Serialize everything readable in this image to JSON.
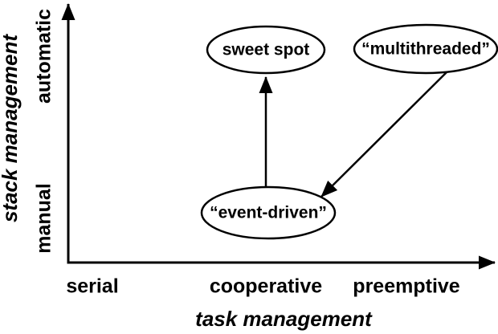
{
  "colors": {
    "ink": "#000000",
    "background": "#ffffff"
  },
  "figure": {
    "y_axis": {
      "title": "stack management",
      "ticks": [
        "automatic",
        "manual"
      ]
    },
    "x_axis": {
      "title": "task management",
      "ticks": [
        "serial",
        "cooperative",
        "preemptive"
      ]
    },
    "nodes": [
      {
        "id": "sweet-spot",
        "label": "sweet spot",
        "x": "cooperative",
        "y": "automatic"
      },
      {
        "id": "multithreaded",
        "label": "“multithreaded”",
        "x": "preemptive",
        "y": "automatic"
      },
      {
        "id": "event-driven",
        "label": "“event-driven”",
        "x": "cooperative",
        "y": "manual"
      }
    ],
    "edges": [
      {
        "from": "event-driven",
        "to": "sweet-spot"
      },
      {
        "from": "multithreaded",
        "to": "event-driven"
      }
    ]
  }
}
